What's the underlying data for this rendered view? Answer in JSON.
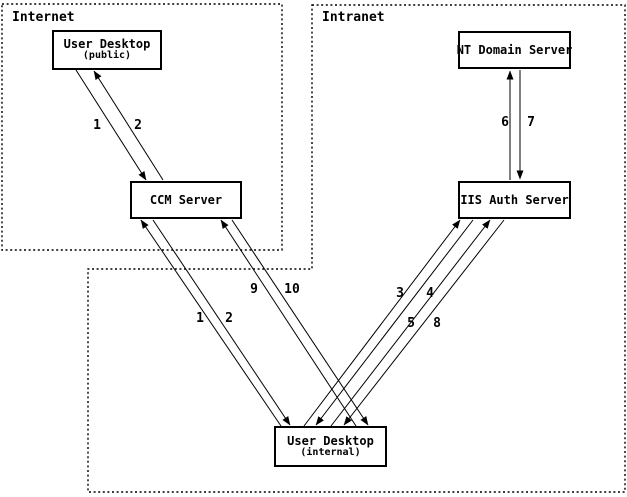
{
  "zones": [
    {
      "label": "Internet"
    },
    {
      "label": "Intranet"
    }
  ],
  "nodes": [
    {
      "label": "User Desktop",
      "sublabel": "(public)"
    },
    {
      "label": "CCM Server"
    },
    {
      "label": "NT Domain Server"
    },
    {
      "label": "IIS Auth Server"
    },
    {
      "label": "User Desktop",
      "sublabel": "(internal)"
    }
  ],
  "arrows": [
    {
      "label": "1",
      "from": "User Desktop (public)",
      "to": "CCM Server"
    },
    {
      "label": "2",
      "from": "CCM Server",
      "to": "User Desktop (public)"
    },
    {
      "label": "1",
      "from": "User Desktop (internal)",
      "to": "CCM Server"
    },
    {
      "label": "2",
      "from": "CCM Server",
      "to": "User Desktop (internal)"
    },
    {
      "label": "9",
      "from": "User Desktop (internal)",
      "to": "CCM Server"
    },
    {
      "label": "10",
      "from": "CCM Server",
      "to": "User Desktop (internal)"
    },
    {
      "label": "3",
      "from": "User Desktop (internal)",
      "to": "IIS Auth Server"
    },
    {
      "label": "4",
      "from": "IIS Auth Server",
      "to": "User Desktop (internal)"
    },
    {
      "label": "5",
      "from": "User Desktop (internal)",
      "to": "IIS Auth Server"
    },
    {
      "label": "8",
      "from": "IIS Auth Server",
      "to": "User Desktop (internal)"
    },
    {
      "label": "6",
      "from": "IIS Auth Server",
      "to": "NT Domain Server"
    },
    {
      "label": "7",
      "from": "NT Domain Server",
      "to": "IIS Auth Server"
    }
  ],
  "colors": {
    "line": "#000000",
    "background": "#ffffff"
  }
}
